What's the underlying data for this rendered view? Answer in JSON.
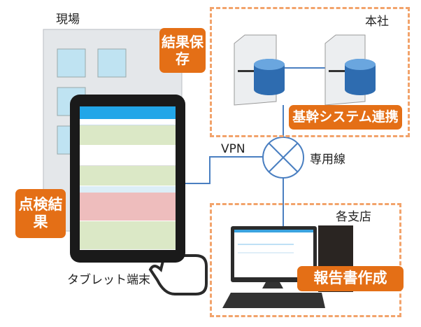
{
  "labels": {
    "site": "現場",
    "hq": "本社",
    "branch": "各支店",
    "tablet": "タブレット端末",
    "vpn": "VPN",
    "leased_line": "専用線"
  },
  "callouts": {
    "save": "結果保存",
    "core": "基幹システム連携",
    "inspection": "点検結果",
    "report": "報告書作成"
  },
  "colors": {
    "accent": "#e46f16",
    "line": "#4a7fc1",
    "dashed": "#f2a36b"
  }
}
